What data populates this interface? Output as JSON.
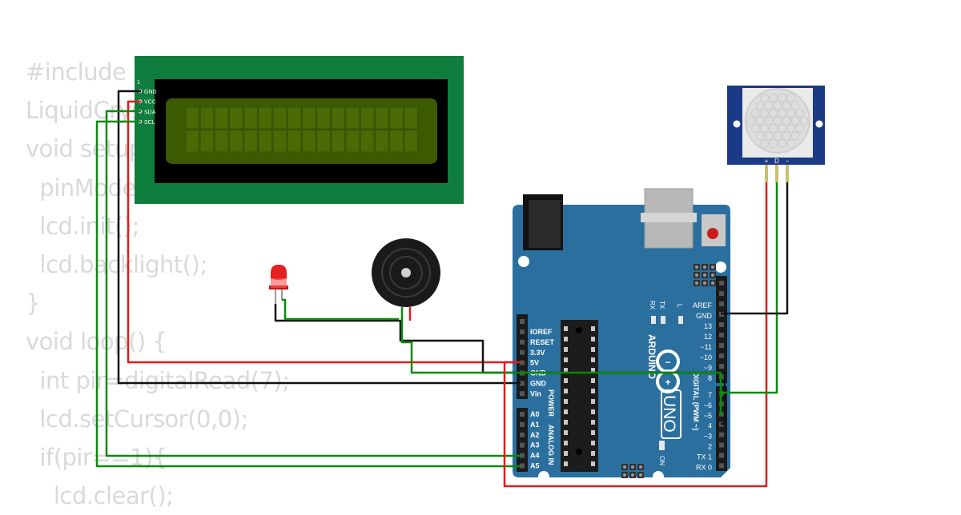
{
  "code_lines": [
    "#include <LiquidCrystal_I2C.h>",
    "LiquidCrystal_I2C lcd(0x27,16,2);",
    "void setup() {",
    "  pinMode(7, INPUT);",
    "  lcd.init();",
    "  lcd.backlight();",
    "}",
    "void loop() {",
    "  int pir=digitalRead(7);",
    "  lcd.setCursor(0,0);",
    "  if(pir==1){",
    "    lcd.clear();"
  ],
  "lcd": {
    "pin_one": "1",
    "pins": [
      "GND",
      "VCC",
      "SDA",
      "SCL"
    ],
    "columns": 16,
    "rows": 2
  },
  "pir": {
    "pins": [
      "+",
      "D",
      "−"
    ]
  },
  "arduino": {
    "brand": "ARDUINO",
    "model": "UNO",
    "on_label": "ON",
    "tx_led": "TX",
    "rx_led": "RX",
    "l_led": "L",
    "power_pins": [
      "IOREF",
      "RESET",
      "3.3V",
      "5V",
      "GND",
      "GND",
      "Vin"
    ],
    "analog_pins": [
      "A0",
      "A1",
      "A2",
      "A3",
      "A4",
      "A5"
    ],
    "power_title": "POWER",
    "analog_title": "ANALOG IN",
    "digital_title": "DIGITAL (PWM ~)",
    "digital_pins": [
      "AREF",
      "GND",
      "13",
      "12",
      "~11",
      "~10",
      "~9",
      "8",
      "7",
      "~6",
      "~5",
      "4",
      "~3",
      "2",
      "TX 1",
      "RX 0"
    ]
  },
  "colors": {
    "wire_red": "#e21b1b",
    "wire_black": "#111111",
    "wire_green": "#0b8a0b",
    "board_blue": "#2b6f9e",
    "lcd_green": "#0f7d3e",
    "lcd_screen": "#3c5a00",
    "code_text": "#d9d9d9"
  }
}
